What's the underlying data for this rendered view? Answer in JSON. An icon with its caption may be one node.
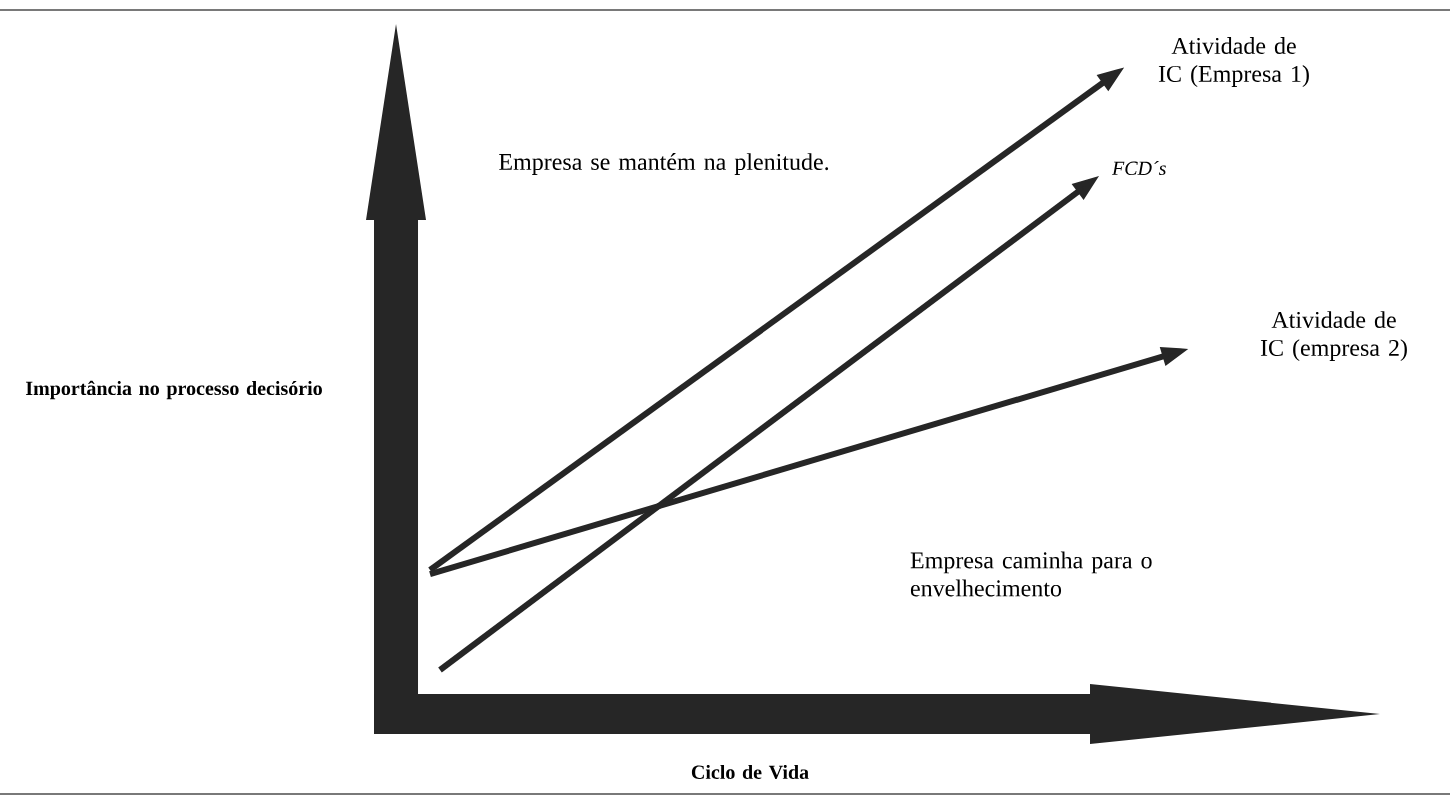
{
  "diagram": {
    "nodes": [
      {
        "text": [
          "Atividade de IC (Empresa 1)"
        ]
      },
      {
        "text": [
          "FCD´s"
        ]
      },
      {
        "text": [
          "Atividade de IC (empresa 2)"
        ]
      }
    ],
    "edges": [
      {
        "from": null,
        "to": 0,
        "arrow": "to"
      },
      {
        "from": null,
        "to": 1,
        "arrow": "to"
      },
      {
        "from": null,
        "to": 2,
        "arrow": "to"
      }
    ],
    "labels": [
      "Empresa se mantém na plenitude.",
      "Importância no processo decisório",
      "Empresa caminha para o envelhecimento",
      "Ciclo de Vida"
    ]
  }
}
